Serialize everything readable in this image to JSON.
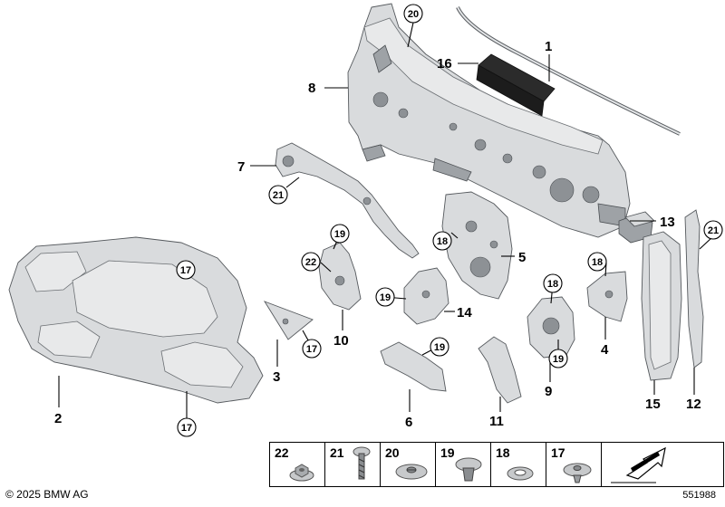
{
  "callouts": {
    "c1": "1",
    "c2": "2",
    "c3": "3",
    "c4": "4",
    "c5": "5",
    "c6": "6",
    "c7": "7",
    "c8": "8",
    "c9": "9",
    "c10": "10",
    "c11": "11",
    "c12": "12",
    "c13": "13",
    "c14": "14",
    "c15": "15",
    "c16": "16"
  },
  "circled": {
    "n17": "17",
    "n18": "18",
    "n19": "19",
    "n20": "20",
    "n21": "21",
    "n22": "22"
  },
  "fasteners": [
    {
      "label": "22",
      "icon": "hex-nut-icon"
    },
    {
      "label": "21",
      "icon": "screw-icon"
    },
    {
      "label": "20",
      "icon": "expanding-rivet-icon"
    },
    {
      "label": "19",
      "icon": "push-clip-icon"
    },
    {
      "label": "18",
      "icon": "washer-nut-icon"
    },
    {
      "label": "17",
      "icon": "spreader-rivet-icon"
    }
  ],
  "footer": {
    "copyright": "© 2025 BMW AG",
    "drawing_number": "551988"
  }
}
